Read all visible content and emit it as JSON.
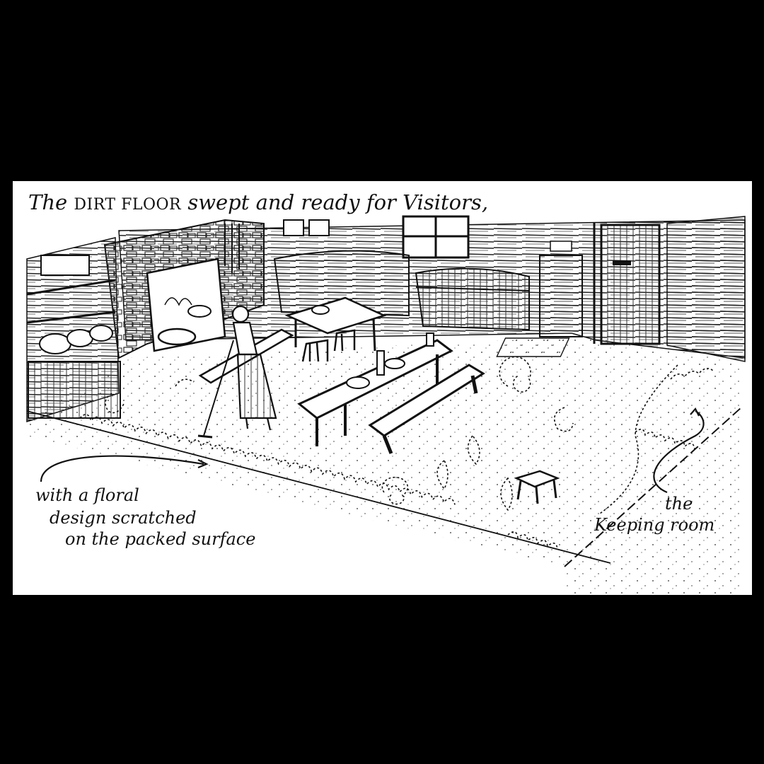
{
  "caption": {
    "title_lead": "The",
    "title_caps": "DIRT FLOOR",
    "title_rest": "swept and ready for Visitors,",
    "left_line1": "with a floral",
    "left_line2": "design scratched",
    "left_line3": "on the packed surface",
    "right_line1": "the",
    "right_line2": "Keeping room"
  },
  "colors": {
    "ink": "#111111",
    "paper": "#ffffff",
    "frame": "#000000"
  }
}
